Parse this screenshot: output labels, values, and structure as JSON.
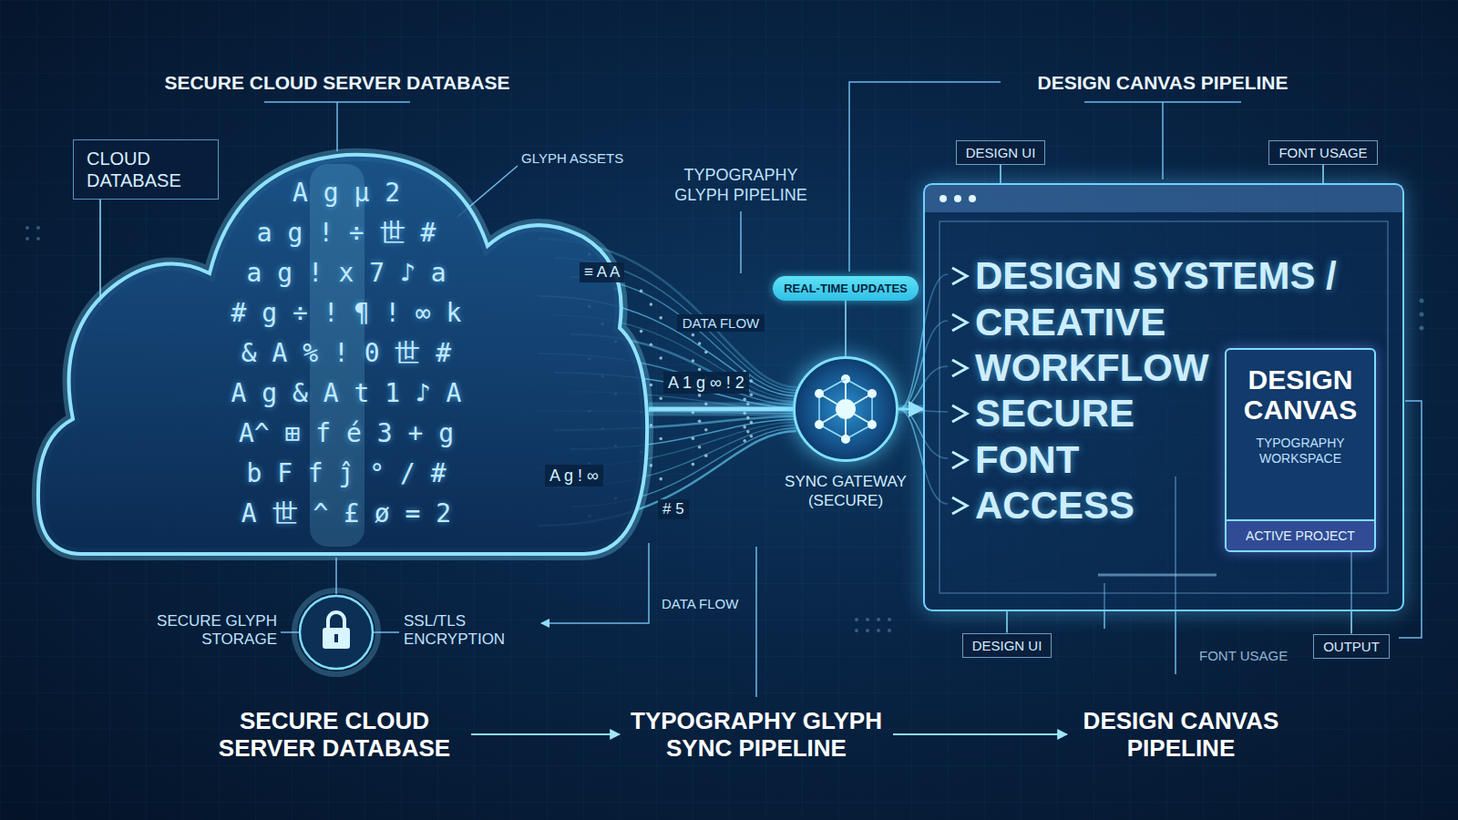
{
  "diagram": {
    "nodes": [
      {
        "text": [
          "A g μ 2",
          "a g ! ÷ 世 #",
          "a g ! x 7 ♪ a",
          "# g ÷ ! ¶ ! ∞ k",
          "& A % ! 0 世 #",
          "A g & A t 1 ♪ A",
          "A^ ⊞ f é 3 + g",
          "b F f ĵ ° / #",
          "A 世 ^ £ ø = 2"
        ]
      },
      {
        "text": [
          "CLOUD DATABASE"
        ]
      },
      {
        "text": [
          "REAL-TIME UPDATES"
        ]
      },
      {
        "text": [
          "SYNC GATEWAY (SECURE)"
        ]
      },
      {
        "text": [
          "DESIGN SYSTEMS /",
          "CREATIVE",
          "WORKFLOW",
          "SECURE",
          "FONT",
          "ACCESS"
        ]
      },
      {
        "text": [
          "DESIGN CANVAS",
          "TYPOGRAPHY WORKSPACE",
          "ACTIVE PROJECT"
        ],
        "in": 4
      },
      {
        "text": [
          "DESIGN UI"
        ]
      },
      {
        "text": [
          "FONT USAGE"
        ]
      },
      {
        "text": [
          "DESIGN UI"
        ]
      },
      {
        "text": [
          "OUTPUT"
        ]
      },
      {
        "text": [
          "SECURE CLOUD SERVER DATABASE"
        ]
      },
      {
        "text": [
          "TYPOGRAPHY GLYPH SYNC PIPELINE"
        ]
      },
      {
        "text": [
          "DESIGN CANVAS PIPELINE"
        ]
      }
    ],
    "edges": [
      {
        "from": 0,
        "to": 3,
        "arrow": "none",
        "label": "DATA FLOW"
      },
      {
        "from": 3,
        "to": 4,
        "arrow": "to"
      },
      {
        "from": 1,
        "to": 0,
        "arrow": "none"
      },
      {
        "from": 2,
        "to": 3,
        "arrow": "none"
      },
      {
        "from": 6,
        "to": 4,
        "arrow": "none"
      },
      {
        "from": 7,
        "to": 4,
        "arrow": "none"
      },
      {
        "from": 8,
        "to": 4,
        "arrow": "none"
      },
      {
        "from": 9,
        "to": 5,
        "arrow": "none"
      },
      {
        "from": 10,
        "to": 11,
        "arrow": "to"
      },
      {
        "from": 11,
        "to": 12,
        "arrow": "to"
      }
    ],
    "labels": [
      "SECURE CLOUD SERVER DATABASE",
      "DESIGN CANVAS PIPELINE",
      "GLYPH ASSETS",
      "TYPOGRAPHY GLYPH PIPELINE",
      "SECURE GLYPH STORAGE",
      "SSL/TLS ENCRYPTION",
      "DATA FLOW",
      "FONT USAGE",
      "≡ A A",
      "A 1 g ∞ ! 2",
      "A g ! ∞",
      "# 5"
    ]
  }
}
